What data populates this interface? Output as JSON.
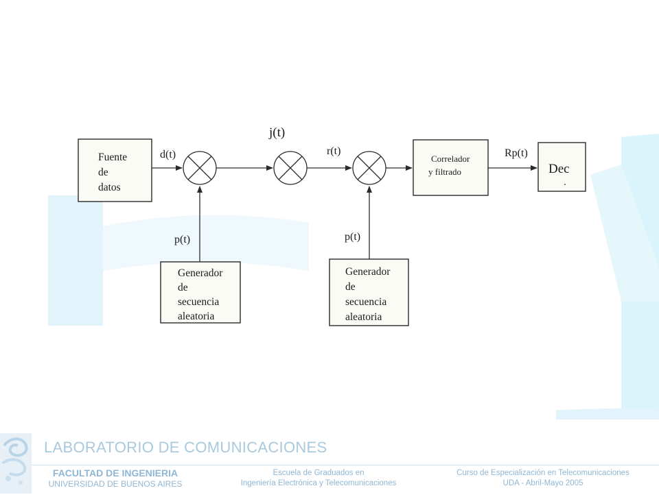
{
  "diagram": {
    "blocks": {
      "source": [
        "Fuente",
        "de",
        "datos"
      ],
      "gen1": [
        "Generador",
        "de",
        "secuencia",
        "aleatoria"
      ],
      "gen2": [
        "Generador",
        "de",
        "secuencia",
        "aleatoria"
      ],
      "correlator": [
        "Correlador",
        "y filtrado"
      ],
      "dec": "Dec"
    },
    "signals": {
      "d": "d(t)",
      "j": "j(t)",
      "r": "r(t)",
      "p1": "p(t)",
      "p2": "p(t)",
      "rp": "Rp(t)"
    }
  },
  "footer": {
    "lab_title": "LABORATORIO DE COMUNICACIONES",
    "faculty": "FACULTAD DE INGENIERIA",
    "university": "UNIVERSIDAD DE BUENOS AIRES",
    "school_line1": "Escuela de Graduados en",
    "school_line2": "Ingeniería Electrónica y Telecomunicaciones",
    "course_line1": "Curso de Especialización en Telecomunicaciones",
    "course_line2": "UDA - Abril-Mayo 2005"
  },
  "colors": {
    "accent": "#a9c9de",
    "footer_text": "#8fb6d3",
    "background_wash": "#e3f3fb"
  },
  "icons": {
    "logo": "faculty-logo-icon"
  }
}
